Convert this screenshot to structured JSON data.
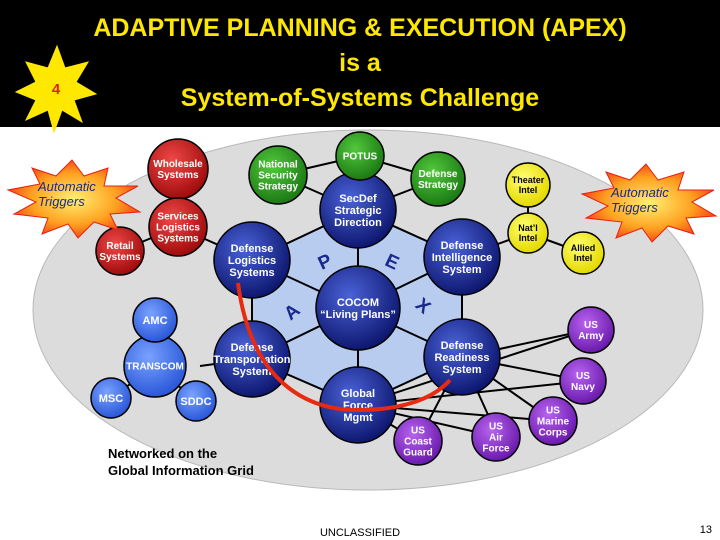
{
  "slide": {
    "title_line1": "ADAPTIVE PLANNING & EXECUTION (APEX)",
    "title_line2": "is a",
    "title_line3": "System-of-Systems Challenge",
    "badge": "4",
    "classification": "UNCLASSIFIED",
    "page_number": "13"
  },
  "triggers": {
    "left": [
      "Automatic",
      "Triggers"
    ],
    "right": [
      "Automatic",
      "Triggers"
    ]
  },
  "caption": [
    "Networked on the",
    "Global Information Grid"
  ],
  "apex_letters": [
    "A",
    "P",
    "E",
    "X"
  ],
  "hub": {
    "center": [
      "COCOM",
      "“Living Plans”"
    ],
    "secdef": [
      "SecDef",
      "Strategic",
      "Direction"
    ],
    "intel": [
      "Defense",
      "Intelligence",
      "System"
    ],
    "readiness": [
      "Defense",
      "Readiness",
      "System"
    ],
    "gfm": [
      "Global",
      "Force",
      "Mgmt"
    ],
    "transport": [
      "Defense",
      "Transportation",
      "System"
    ],
    "logistics": [
      "Defense",
      "Logistics",
      "Systems"
    ]
  },
  "strategy": {
    "potus": [
      "POTUS"
    ],
    "nss": [
      "National",
      "Security",
      "Strategy"
    ],
    "defense_strategy": [
      "Defense",
      "Strategy"
    ]
  },
  "logistics_nodes": {
    "wholesale": [
      "Wholesale",
      "Systems"
    ],
    "services": [
      "Services",
      "Logistics",
      "Systems"
    ],
    "retail": [
      "Retail",
      "Systems"
    ]
  },
  "intel_nodes": {
    "theater": [
      "Theater",
      "Intel"
    ],
    "natl": [
      "Nat’l",
      "Intel"
    ],
    "allied": [
      "Allied",
      "Intel"
    ]
  },
  "transcom": {
    "center": [
      "TRANSCOM"
    ],
    "amc": [
      "AMC"
    ],
    "msc": [
      "MSC"
    ],
    "sddc": [
      "SDDC"
    ]
  },
  "forces": {
    "army": [
      "US",
      "Army"
    ],
    "navy": [
      "US",
      "Navy"
    ],
    "marines": [
      "US",
      "Marine",
      "Corps"
    ],
    "air_force": [
      "US",
      "Air",
      "Force"
    ],
    "coast_guard": [
      "US",
      "Coast",
      "Guard"
    ]
  },
  "colors": {
    "header_bg": "#000000",
    "title": "#ffe800",
    "hub_node": "#1a2a8c",
    "hexagon": "#b8ccf0",
    "logistics_node": "#c41818",
    "strategy_node": "#2a9a1e",
    "intel_node": "#f5ee10",
    "transcom_node": "#3a6ee8",
    "force_node": "#8a2ac8",
    "arc": "#e82a10",
    "field": "#dcdcdc"
  }
}
